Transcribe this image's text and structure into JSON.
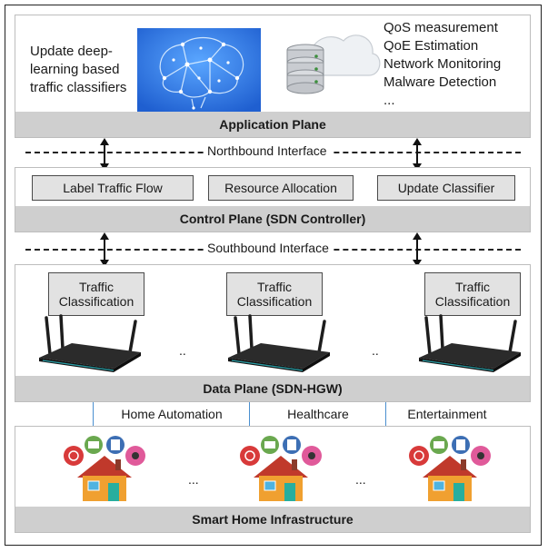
{
  "application_plane": {
    "title": "Application Plane",
    "left_text": "Update deep-learning based traffic classifiers",
    "right_items": [
      "QoS measurement",
      "QoE Estimation",
      "Network Monitoring",
      "Malware Detection",
      "..."
    ]
  },
  "northbound": {
    "label": "Northbound Interface"
  },
  "control_plane": {
    "title": "Control Plane (SDN Controller)",
    "boxes": [
      "Label Traffic Flow",
      "Resource Allocation",
      "Update Classifier"
    ]
  },
  "southbound": {
    "label": "Southbound Interface"
  },
  "data_plane": {
    "title": "Data Plane (SDN-HGW)",
    "box_label": "Traffic Classification",
    "ellipsis": ".."
  },
  "domains": [
    "Home Automation",
    "Healthcare",
    "Entertainment"
  ],
  "smart_home": {
    "title": "Smart Home Infrastructure",
    "ellipsis": "..."
  },
  "colors": {
    "bar_gray": "#cfcfcf",
    "box_gray": "#e2e2e2",
    "separator_blue": "#4a8fd0",
    "brain_blue": "#2f7fe6",
    "house_orange": "#f0a030",
    "router_dark": "#1d1d1d"
  },
  "icons": [
    "brain-icon",
    "database-cloud-icon",
    "router-icon",
    "smart-home-icon",
    "arrow-updown-icon"
  ]
}
